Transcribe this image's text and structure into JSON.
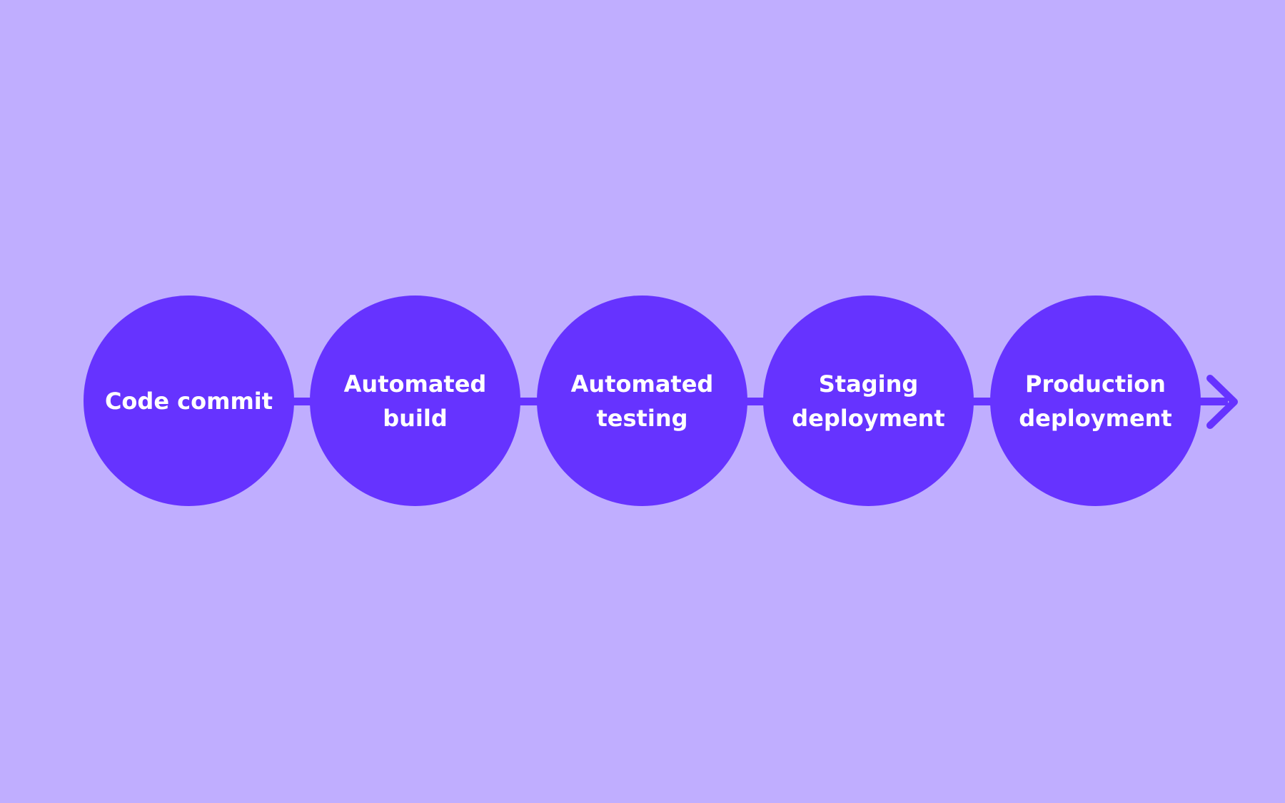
{
  "colors": {
    "background": "#c0aeff",
    "stage_fill": "#6633ff",
    "connector": "#6633ff",
    "label_text": "#ffffff"
  },
  "pipeline": {
    "stages": [
      {
        "label": "Code commit"
      },
      {
        "label": "Automated build"
      },
      {
        "label": "Automated testing"
      },
      {
        "label": "Staging deployment"
      },
      {
        "label": "Production deployment"
      }
    ],
    "end_marker_icon": "arrow-right-icon"
  }
}
